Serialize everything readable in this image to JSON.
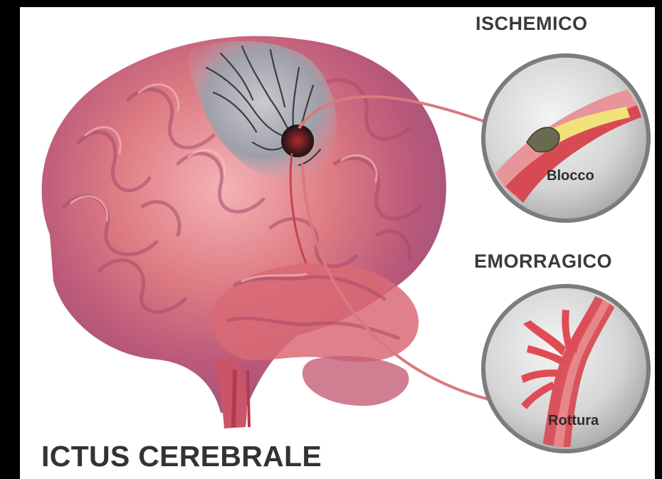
{
  "labels": {
    "ischemic": "ISCHEMICO",
    "hemorrhagic": "EMORRAGICO",
    "block": "Blocco",
    "rupture": "Rottura",
    "title": "ICTUS CEREBRALE"
  },
  "colors": {
    "brain_base": "#d9707a",
    "brain_highlight": "#f2a9ae",
    "brain_shadow": "#9c4a6a",
    "ischemic_zone": "#9a9ba3",
    "vessel": "#d8424a",
    "arrow": "#d8797e",
    "plaque": "#f2e27a",
    "inset_bg": "#dcdcdc",
    "inset_rim": "#8a8a8a",
    "label_text": "#3a3a3a"
  },
  "icons": [
    "brain-illustration",
    "ischemic-inset",
    "hemorrhagic-inset",
    "arrow-to-ischemic",
    "arrow-to-hemorrhagic"
  ]
}
